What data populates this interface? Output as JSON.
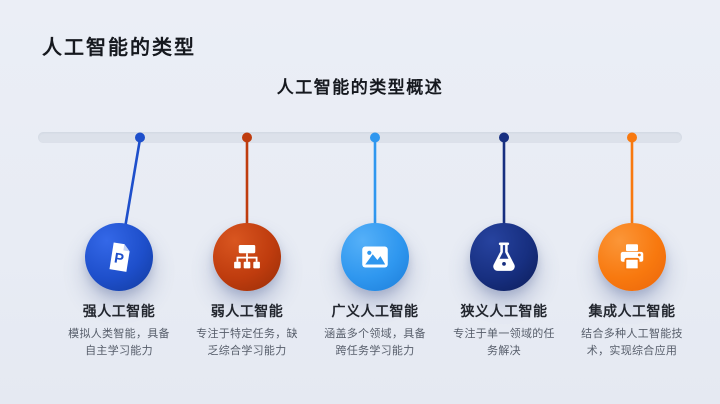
{
  "page": {
    "title": "人工智能的类型",
    "subtitle": "人工智能的类型概述",
    "background_color": "#e8ecf4",
    "timeline_bar_color": "#dce1ea",
    "title_color": "#16191f",
    "node_title_color": "#23272f",
    "node_desc_color": "#565d6a"
  },
  "timeline": {
    "nodes": [
      {
        "title": "强人工智能",
        "desc": "模拟人类智能，具备自主学习能力",
        "icon": "ppt-file-icon",
        "colors": {
          "light": "#3468e8",
          "base": "#1e4fcb",
          "dark": "#123a9c"
        }
      },
      {
        "title": "弱人工智能",
        "desc": "专注于特定任务，缺乏综合学习能力",
        "icon": "sitemap-icon",
        "colors": {
          "light": "#d95620",
          "base": "#bf3c0e",
          "dark": "#962d07"
        }
      },
      {
        "title": "广义人工智能",
        "desc": "涵盖多个领域，具备跨任务学习能力",
        "icon": "image-icon",
        "colors": {
          "light": "#55b0f8",
          "base": "#2f97ef",
          "dark": "#1c7cd8"
        }
      },
      {
        "title": "狭义人工智能",
        "desc": "专注于单一领域的任务解决",
        "icon": "flask-icon",
        "colors": {
          "light": "#27439f",
          "base": "#172f80",
          "dark": "#0c1c57"
        }
      },
      {
        "title": "集成人工智能",
        "desc": "结合多种人工智能技术，实现综合应用",
        "icon": "printer-icon",
        "colors": {
          "light": "#fb9638",
          "base": "#f8790f",
          "dark": "#ea650a"
        }
      }
    ]
  }
}
